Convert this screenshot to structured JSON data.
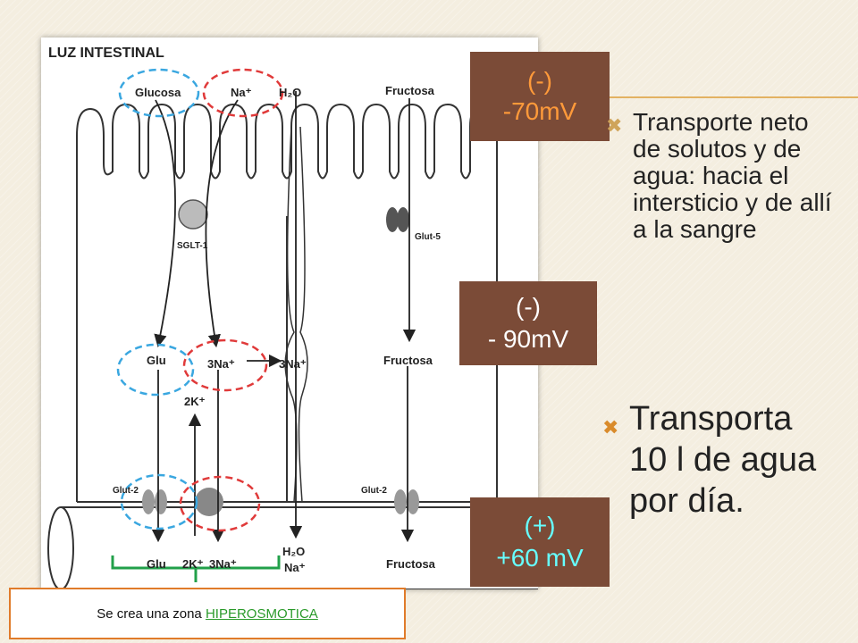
{
  "diagram": {
    "title": "LUZ INTESTINAL",
    "labels": {
      "glucosa": "Glucosa",
      "na": "Na⁺",
      "h2o": "H₂O",
      "fructosa_top": "Fructosa",
      "sglt1": "SGLT-1",
      "glut5": "Glut-5",
      "glu_mid": "Glu",
      "na3_mid": "3Na⁺",
      "na3_right": "3Na⁺",
      "fructosa_mid": "Fructosa",
      "k2": "2K⁺",
      "glut2_left": "Glut-2",
      "glut2_right": "Glut-2",
      "glu_bot": "Glu",
      "k2_bot": "2K⁺",
      "na3_bot": "3Na⁺",
      "h2o_bot": "H₂O",
      "na_bot": "Na⁺",
      "fructosa_bot": "Fructosa"
    }
  },
  "badges": {
    "top": {
      "line1": "(-)",
      "line2": "-70mV"
    },
    "middle": {
      "line1": "(-)",
      "line2": "- 90mV"
    },
    "bottom": {
      "line1": "(+)",
      "line2": "+60 mV"
    }
  },
  "bullets": {
    "first": "Transporte neto de solutos y de agua: hacia el intersticio y de allí a la sangre",
    "second": "Transporta 10 l de agua por día."
  },
  "note": {
    "prefix": "Se crea una zona ",
    "highlight": "HIPEROSMOTICA"
  },
  "colors": {
    "badge_bg": "#7b4b37",
    "dash_blue": "#3aa7e0",
    "dash_red": "#e03a3a",
    "bracket_green": "#22a04a",
    "note_border": "#e07b2a"
  }
}
